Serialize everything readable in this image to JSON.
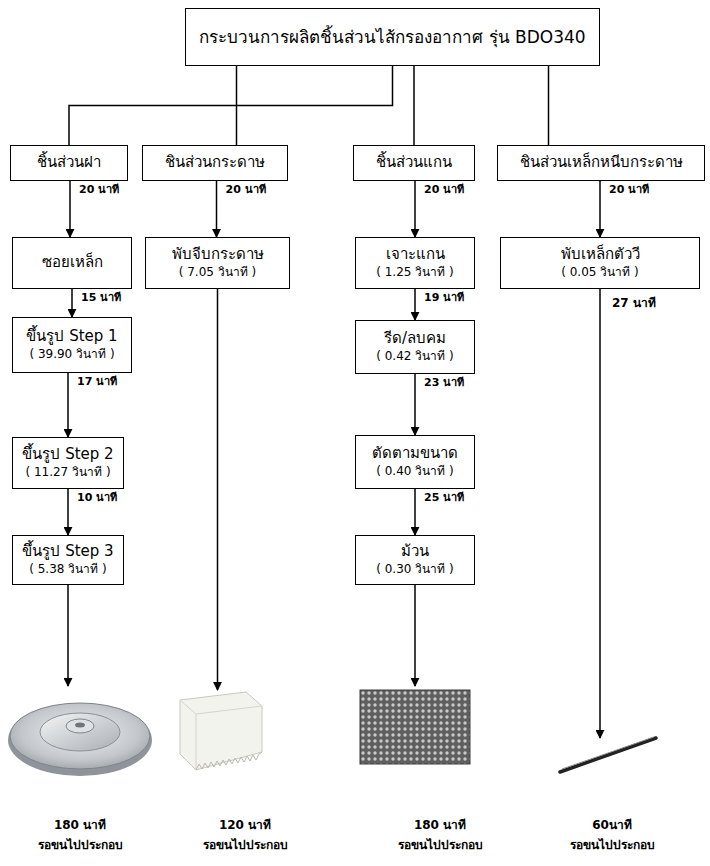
{
  "diagram": {
    "nodes": [
      {
        "text": [
          "กระบวนการผลิตชิ้นส่วนไส้กรองอากาศ รุ่น BDO340"
        ]
      },
      {
        "text": [
          "ชิ้นส่วนฝา"
        ]
      },
      {
        "text": [
          "ซอยเหล็ก"
        ]
      },
      {
        "text": [
          "ขึ้นรูป Step 1",
          "( 39.90 วินาที )"
        ]
      },
      {
        "text": [
          "ขึ้นรูป Step 2",
          "( 11.27 วินาที )"
        ]
      },
      {
        "text": [
          "ขึ้นรูป Step 3",
          "( 5.38 วินาที )"
        ]
      },
      {
        "text": [
          "ชินส่วนกระดาษ"
        ]
      },
      {
        "text": [
          "พับจีบกระดาษ",
          "( 7.05 วินาที )"
        ]
      },
      {
        "text": [
          "ชิ้นส่วนแกน"
        ]
      },
      {
        "text": [
          "เจาะแกน",
          "( 1.25 วินาที )"
        ]
      },
      {
        "text": [
          "รีด/ลบคม",
          "( 0.42 วินาที )"
        ]
      },
      {
        "text": [
          "ตัดตามขนาด",
          "( 0.40 วินาที )"
        ]
      },
      {
        "text": [
          "ม้วน",
          "( 0.30 วินาที )"
        ]
      },
      {
        "text": [
          "ชินส่วนเหล็กหนีบกระดาษ"
        ]
      },
      {
        "text": [
          "พับเหล็กตัววี",
          "( 0.05 วินาที )"
        ]
      }
    ],
    "edges": [
      {
        "from": 0,
        "to": 1,
        "arrow": "none"
      },
      {
        "from": 0,
        "to": 6,
        "arrow": "none"
      },
      {
        "from": 0,
        "to": 8,
        "arrow": "none"
      },
      {
        "from": 0,
        "to": 13,
        "arrow": "none"
      },
      {
        "from": 1,
        "to": 2,
        "arrow": "to",
        "label": "20 นาที"
      },
      {
        "from": 2,
        "to": 3,
        "arrow": "to",
        "label": "15 นาที"
      },
      {
        "from": 3,
        "to": 4,
        "arrow": "to",
        "label": "17 นาที"
      },
      {
        "from": 4,
        "to": 5,
        "arrow": "to",
        "label": "10 นาที"
      },
      {
        "from": 6,
        "to": 7,
        "arrow": "to",
        "label": "20 นาที"
      },
      {
        "from": 8,
        "to": 9,
        "arrow": "to",
        "label": "20 นาที"
      },
      {
        "from": 9,
        "to": 10,
        "arrow": "to",
        "label": "19 นาที"
      },
      {
        "from": 10,
        "to": 11,
        "arrow": "to",
        "label": "23 นาที"
      },
      {
        "from": 11,
        "to": 12,
        "arrow": "to",
        "label": "25 นาที"
      },
      {
        "from": 13,
        "to": 14,
        "arrow": "to",
        "label": "20 นาที"
      }
    ],
    "labels": [
      "27 นาที",
      "180 นาที",
      "รอขนไปประกอบ",
      "120 นาที",
      "รอขนไปประกอบ",
      "180 นาที",
      "รอขนไปประกอบ",
      "60นาที",
      "รอขนไปประกอบ"
    ]
  }
}
